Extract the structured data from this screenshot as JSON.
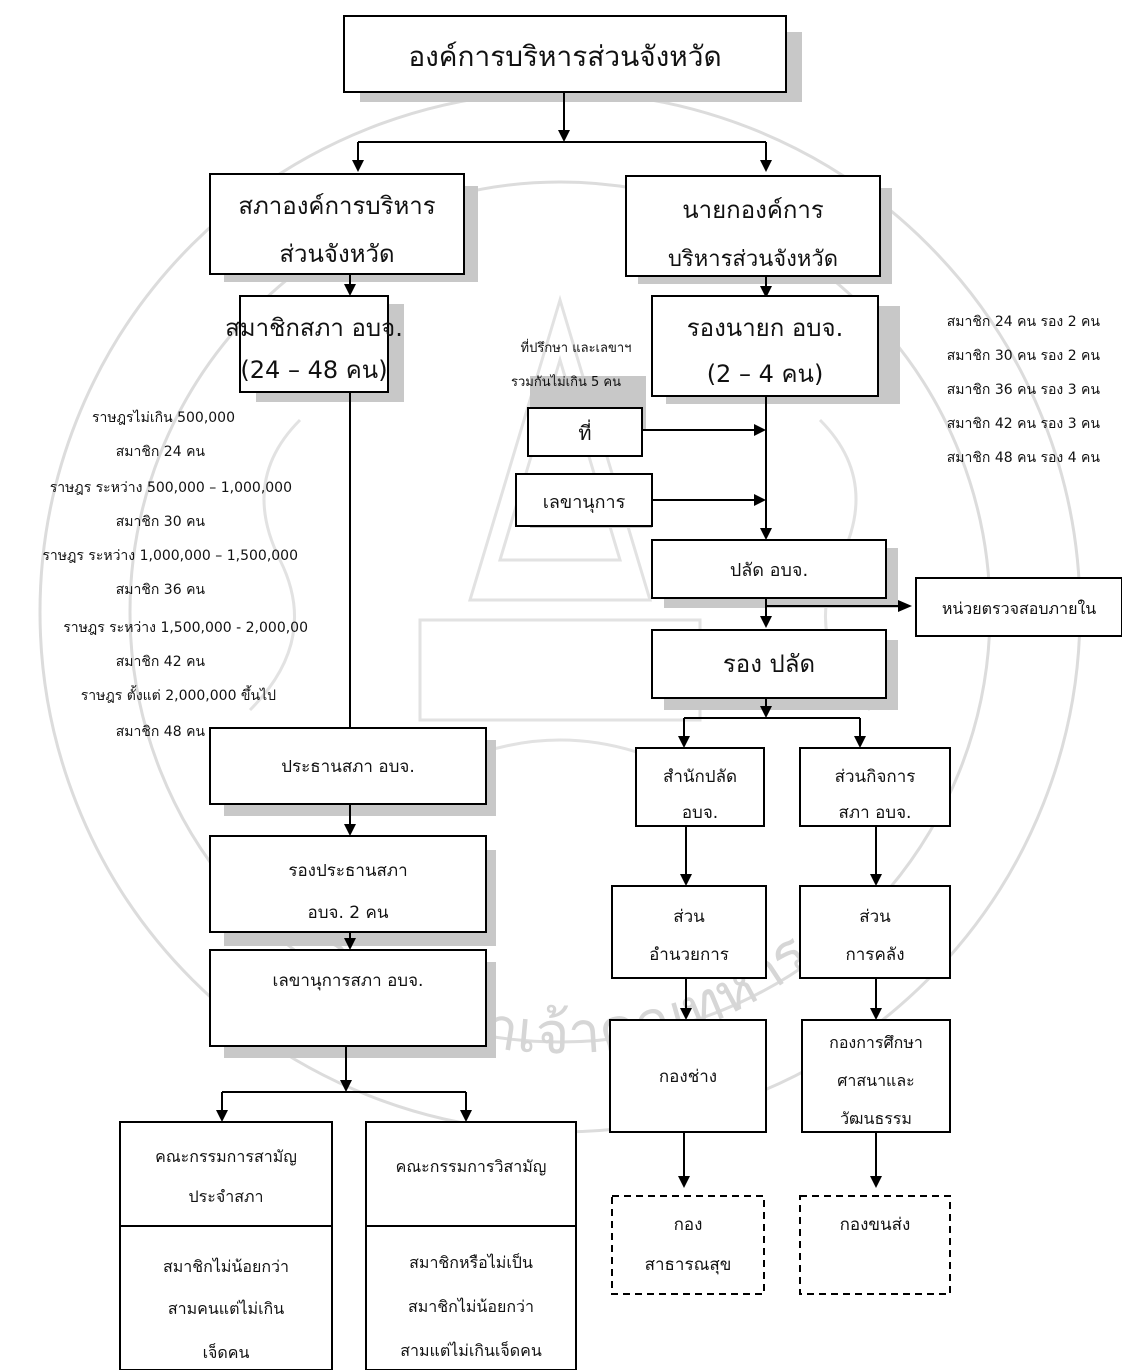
{
  "boxes": {
    "pao": "องค์การบริหารส่วนจังหวัด",
    "council_1": "สภาองค์การบริหาร",
    "council_2": "ส่วนจังหวัด",
    "chief_1": "นายกองค์การ",
    "chief_2": "บริหารส่วนจังหวัด",
    "members_1": "สมาชิกสภา อบจ.",
    "members_2": "(24 – 48 คน)",
    "deputy_chief_1": "รองนายก อบจ.",
    "deputy_chief_2": "(2 – 4 คน)",
    "advisor": "ที่",
    "secretary": "เลขานุการ",
    "permanent_sec": "ปลัด อบจ.",
    "internal_audit": "หน่วยตรวจสอบภายใน",
    "deputy_permanent_sec": "รอง ปลัด",
    "office_ps_1": "สำนักปลัด",
    "office_ps_2": "อบจ.",
    "council_affairs_1": "ส่วนกิจการ",
    "council_affairs_2": "สภา อบจ.",
    "admin_div_1": "ส่วน",
    "admin_div_2": "อำนวยการ",
    "finance_div_1": "ส่วน",
    "finance_div_2": "การคลัง",
    "engineering": "กองช่าง",
    "education_1": "กองการศึกษา",
    "education_2": "ศาสนาและ",
    "education_3": "วัฒนธรรม",
    "public_health_1": "กอง",
    "public_health_2": "สาธารณสุข",
    "transport": "กองขนส่ง",
    "speaker": "ประธานสภา อบจ.",
    "deputy_speaker_1": "รองประธานสภา",
    "deputy_speaker_2": "อบจ. 2 คน",
    "council_secretary": "เลขานุการสภา อบจ.",
    "standing_committee_1": "คณะกรรมการสามัญ",
    "standing_committee_2": "ประจำสภา",
    "standing_note_1": "สมาชิกไม่น้อยกว่า",
    "standing_note_2": "สามคนแต่ไม่เกิน",
    "standing_note_3": "เจ็ดคน",
    "adhoc_committee": "คณะกรรมการวิสามัญ",
    "adhoc_note_1": "สมาชิกหรือไม่เป็น",
    "adhoc_note_2": "สมาชิกไม่น้อยกว่า",
    "adhoc_note_3": "สามแต่ไม่เกินเจ็ดคน"
  },
  "notes": {
    "advisor_1": "ที่ปรึกษา และเลขาฯ",
    "advisor_2": "รวมกันไม่เกิน 5 คน",
    "deputies": [
      "สมาชิก 24 คน รอง 2 คน",
      "สมาชิก 30 คน รอง 2 คน",
      "สมาชิก 36 คน รอง 3 คน",
      "สมาชิก 42 คน รอง 3 คน",
      "สมาชิก 48 คน รอง 4 คน"
    ],
    "population": [
      "ราษฎรไม่เกิน 500,000",
      "สมาชิก 24 คน",
      "ราษฎร ระหว่าง 500,000 – 1,000,000",
      "สมาชิก 30 คน",
      "ราษฎร ระหว่าง 1,000,000 – 1,500,000",
      "สมาชิก 36 คน",
      "ราษฎร ระหว่าง 1,500,000  - 2,000,00",
      "สมาชิก 42 คน",
      "ราษฎร ตั้งแต่ 2,000,000 ขึ้นไป",
      "สมาชิก 48 คน"
    ]
  },
  "watermark": {
    "text": "จอมเกล้าเจ้าคุณทหาร"
  }
}
